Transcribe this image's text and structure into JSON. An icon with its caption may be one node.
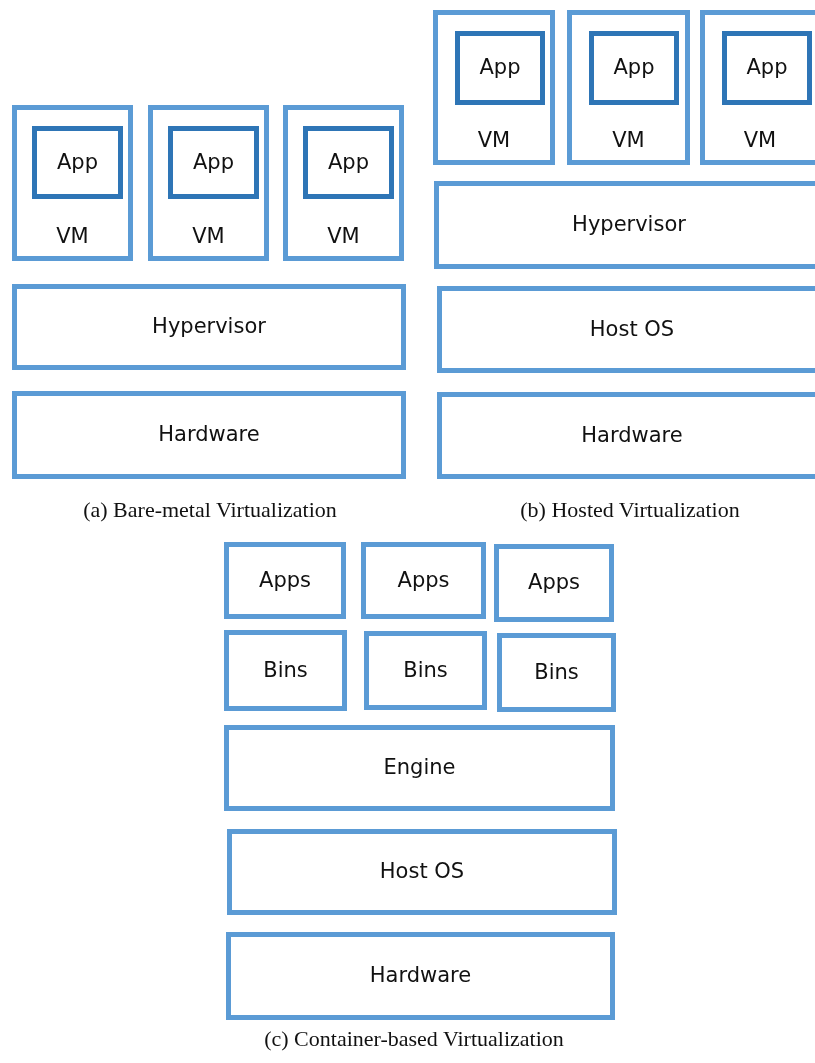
{
  "diagram": {
    "nodes": [
      {
        "text": [
          "VM"
        ]
      },
      {
        "text": [
          "App"
        ],
        "in": 0
      },
      {
        "text": [
          "VM"
        ]
      },
      {
        "text": [
          "App"
        ],
        "in": 2
      },
      {
        "text": [
          "VM"
        ]
      },
      {
        "text": [
          "App"
        ],
        "in": 4
      },
      {
        "text": [
          "Hypervisor"
        ]
      },
      {
        "text": [
          "Hardware"
        ]
      },
      {
        "text": [
          "VM"
        ]
      },
      {
        "text": [
          "App"
        ],
        "in": 8
      },
      {
        "text": [
          "VM"
        ]
      },
      {
        "text": [
          "App"
        ],
        "in": 10
      },
      {
        "text": [
          "VM"
        ]
      },
      {
        "text": [
          "App"
        ],
        "in": 12
      },
      {
        "text": [
          "Hypervisor"
        ]
      },
      {
        "text": [
          "Host OS"
        ]
      },
      {
        "text": [
          "Hardware"
        ]
      },
      {
        "text": [
          "Apps"
        ]
      },
      {
        "text": [
          "Apps"
        ]
      },
      {
        "text": [
          "Apps"
        ]
      },
      {
        "text": [
          "Bins"
        ]
      },
      {
        "text": [
          "Bins"
        ]
      },
      {
        "text": [
          "Bins"
        ]
      },
      {
        "text": [
          "Engine"
        ]
      },
      {
        "text": [
          "Host OS"
        ]
      },
      {
        "text": [
          "Hardware"
        ]
      }
    ],
    "edges": [],
    "labels": [
      "(a) Bare-metal Virtualization",
      "(b) Hosted Virtualization",
      "(c) Container-based Virtualization"
    ]
  }
}
